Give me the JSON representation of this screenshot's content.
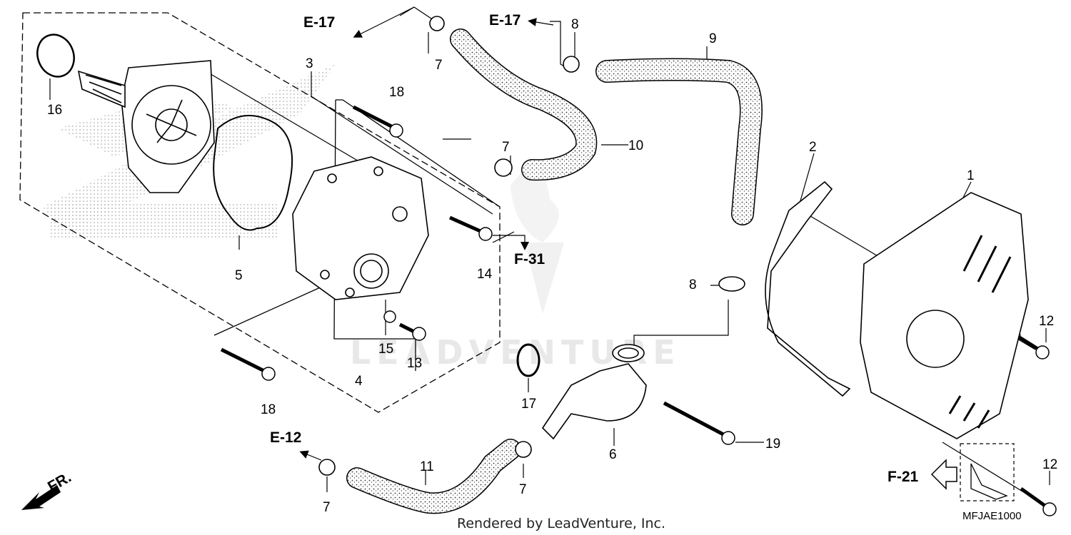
{
  "watermark": {
    "text": "LEADVENTURE"
  },
  "footer": {
    "rendered_by": "Rendered by LeadVenture, Inc.",
    "diagram_code": "MFJAE1000"
  },
  "direction": {
    "front_label": "FR."
  },
  "references": [
    "E-17",
    "E-17",
    "E-12",
    "F-31",
    "F-21"
  ],
  "parts": [
    {
      "num": "1",
      "name": "water-pump-cover"
    },
    {
      "num": "2",
      "name": "bracket"
    },
    {
      "num": "3",
      "name": "pump-assembly-outline"
    },
    {
      "num": "4",
      "name": "pump-body"
    },
    {
      "num": "5",
      "name": "gasket"
    },
    {
      "num": "6",
      "name": "water-pipe"
    },
    {
      "num": "7",
      "name": "hose-clamp"
    },
    {
      "num": "8",
      "name": "hose-clamp"
    },
    {
      "num": "9",
      "name": "water-hose"
    },
    {
      "num": "10",
      "name": "water-hose"
    },
    {
      "num": "11",
      "name": "water-hose"
    },
    {
      "num": "12",
      "name": "bolt"
    },
    {
      "num": "13",
      "name": "bolt"
    },
    {
      "num": "14",
      "name": "bolt"
    },
    {
      "num": "15",
      "name": "washer"
    },
    {
      "num": "16",
      "name": "o-ring"
    },
    {
      "num": "17",
      "name": "o-ring"
    },
    {
      "num": "18",
      "name": "bolt"
    },
    {
      "num": "19",
      "name": "bolt"
    }
  ],
  "callouts": [
    "16",
    "3",
    "18",
    "5",
    "4",
    "13",
    "15",
    "18",
    "14",
    "7",
    "10",
    "7",
    "9",
    "8",
    "8",
    "17",
    "6",
    "19",
    "11",
    "7",
    "7",
    "2",
    "1",
    "12",
    "12"
  ]
}
